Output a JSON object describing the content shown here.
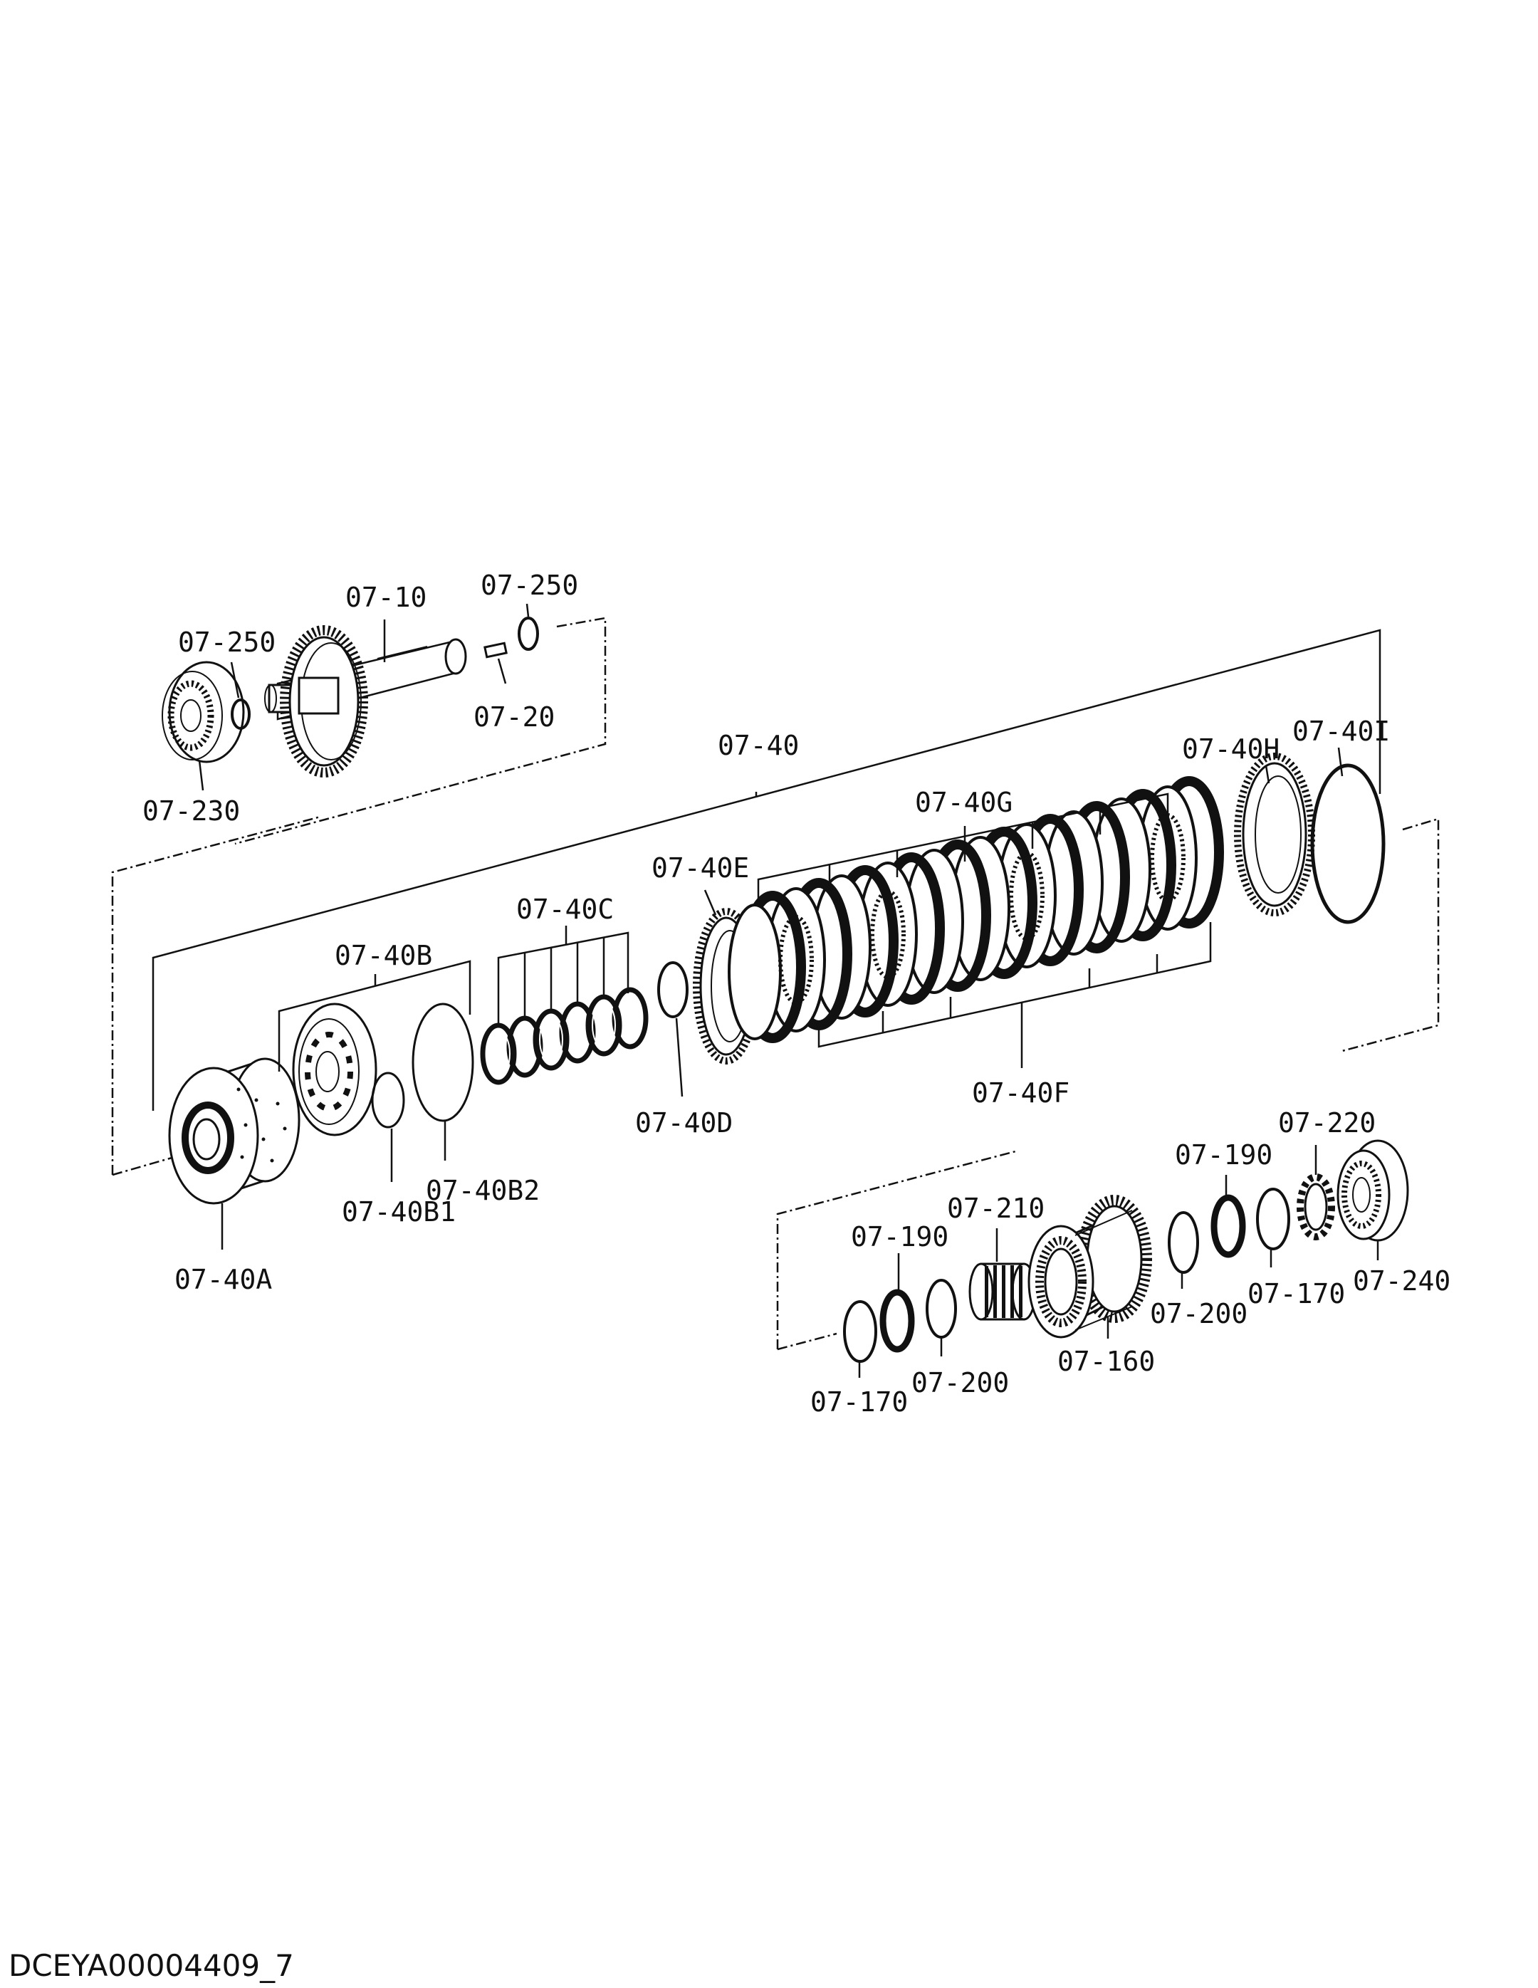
{
  "document_id": "DCEYA00004409_7",
  "callouts": {
    "p07_10": "07-10",
    "p07_20": "07-20",
    "p07_250_a": "07-250",
    "p07_250_b": "07-250",
    "p07_230": "07-230",
    "p07_40": "07-40",
    "p07_40A": "07-40A",
    "p07_40B": "07-40B",
    "p07_40B1": "07-40B1",
    "p07_40B2": "07-40B2",
    "p07_40C": "07-40C",
    "p07_40D": "07-40D",
    "p07_40E": "07-40E",
    "p07_40F": "07-40F",
    "p07_40G": "07-40G",
    "p07_40H": "07-40H",
    "p07_40I": "07-40I",
    "p07_160": "07-160",
    "p07_170_a": "07-170",
    "p07_170_b": "07-170",
    "p07_190_a": "07-190",
    "p07_190_b": "07-190",
    "p07_200_a": "07-200",
    "p07_200_b": "07-200",
    "p07_210": "07-210",
    "p07_220": "07-220",
    "p07_240": "07-240"
  }
}
